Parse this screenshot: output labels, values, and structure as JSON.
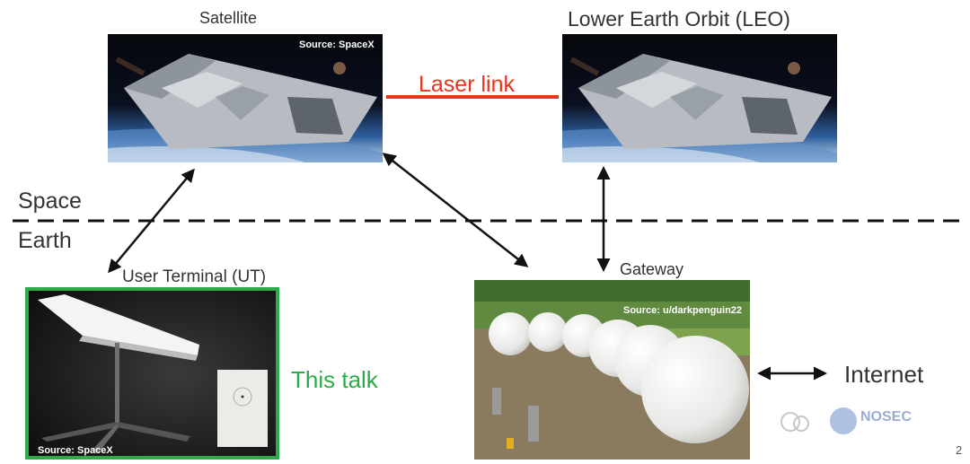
{
  "labels": {
    "satellite": "Satellite",
    "leo": "Lower Earth Orbit (LEO)",
    "laser_link": "Laser link",
    "space": "Space",
    "earth": "Earth",
    "user_terminal": "User Terminal (UT)",
    "gateway": "Gateway",
    "this_talk": "This talk",
    "internet": "Internet",
    "page_number": "2"
  },
  "sources": {
    "satellite_left": "Source: SpaceX",
    "user_terminal": "Source: SpaceX",
    "gateway": "Source: u/darkpenguin22"
  },
  "watermark": "NOSEC",
  "colors": {
    "laser_link": "#e8341c",
    "this_talk": "#2eaa4a",
    "ut_border": "#2eaa4a"
  }
}
